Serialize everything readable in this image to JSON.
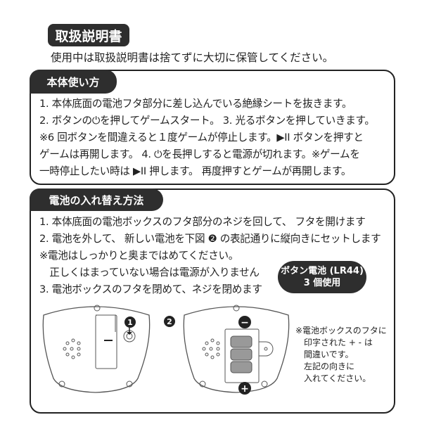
{
  "title": "取扱説明書",
  "subtitle": "使用中は取扱説明書は捨てずに大切に保管してください。",
  "usage": {
    "heading": "本体使い方",
    "lines": [
      "1. 本体底面の電池フタ部分に差し込んでいる絶縁シートを抜きます。",
      "2. ボタンの⏻を押してゲームスタート。 3. 光るボタンを押していきます。",
      "※6 回ボタンを間違えると１度ゲームが停止します。▶II ボタンを押すと",
      "ゲームは再開します。 4. ⏻を長押しすると電源が切れます。※ゲームを",
      "一時停止したい時は ▶II 押します。 再度押すとゲームが再開します。"
    ]
  },
  "battery": {
    "heading": "電池の入れ替え方法",
    "lines": [
      "1. 本体底面の電池ボックスのフタ部分のネジを回して、 フタを開けます",
      "2. 電池を外して、 新しい電池を下図 ❷ の表記通りに縦向きにセットします",
      "※電池はしっかりと奥まではめてください。",
      "　正しくはまっていない場合は電源が入りません",
      "3. 電池ボックスのフタを閉めて、ネジを閉めます"
    ],
    "badge_line1": "ボタン電池 (LR44)",
    "badge_line2": "3 個使用",
    "step1_marker": "1",
    "step2_marker": "2",
    "minus_label": "−",
    "plus_label": "+",
    "note": "※電池ボックスのフタに\n　印字された + - は\n　間違いです。\n　左記の向きに\n　入れてください。"
  }
}
